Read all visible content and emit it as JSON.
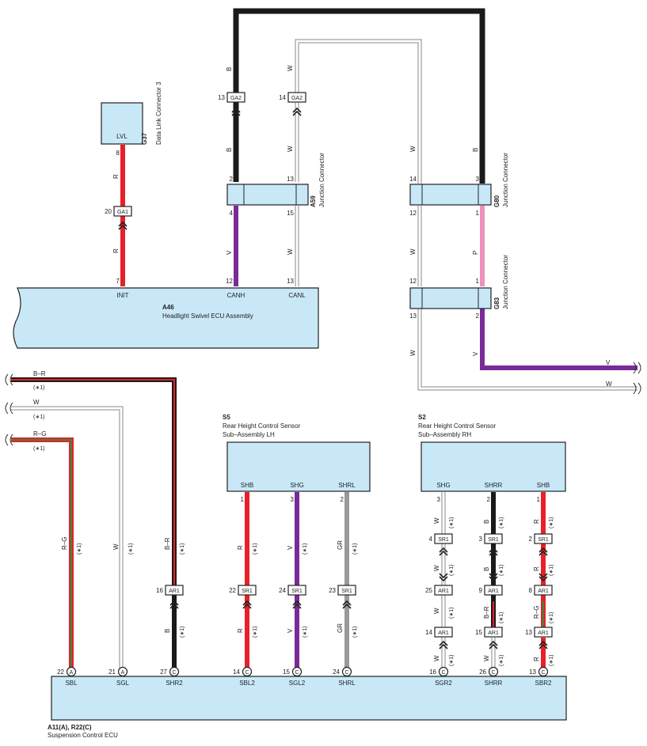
{
  "components": {
    "g37": {
      "id": "G37",
      "name": "Data Link Connector 3",
      "pin_label": "LVL"
    },
    "a59": {
      "id": "A59",
      "name": "Junction Connector"
    },
    "g80": {
      "id": "G80",
      "name": "Junction Connector"
    },
    "g83": {
      "id": "G83",
      "name": "Junction Connector"
    },
    "a46": {
      "id": "A46",
      "name": "Headlight Swivel ECU Assembly",
      "pins": {
        "init": "INIT",
        "canh": "CANH",
        "canl": "CANL"
      }
    },
    "s5": {
      "id": "S5",
      "name_line1": "Rear Height Control Sensor",
      "name_line2": "Sub–Assembly LH",
      "pins": {
        "shb": "SHB",
        "shg": "SHG",
        "shrl": "SHRL"
      }
    },
    "s2": {
      "id": "S2",
      "name_line1": "Rear Height Control Sensor",
      "name_line2": "Sub–Assembly RH",
      "pins": {
        "shg": "SHG",
        "shrr": "SHRR",
        "shb": "SHB"
      }
    },
    "ecu": {
      "id": "A11(A), R22(C)",
      "name": "Suspension Control ECU",
      "pins": {
        "sbl": "SBL",
        "sgl": "SGL",
        "shr2": "SHR2",
        "sbl2": "SBL2",
        "sgl2": "SGL2",
        "shrl": "SHRL",
        "sgr2": "SGR2",
        "shrr": "SHRR",
        "sbr2": "SBR2"
      }
    }
  },
  "connectors": {
    "ga2": "GA2",
    "ga1": "GA1",
    "ar1": "AR1",
    "sr1": "SR1",
    "marker_a": "A",
    "marker_c": "C"
  },
  "wire_colors": {
    "b": "B",
    "w": "W",
    "r": "R",
    "v": "V",
    "p": "P",
    "gr": "GR",
    "br": "B–R",
    "rg": "R–G"
  },
  "note": "(∗1)",
  "pins": {
    "n2": "2",
    "n3": "3",
    "n4": "4",
    "n7": "7",
    "n8": "8",
    "n9": "9",
    "n12": "12",
    "n13": "13",
    "n14": "14",
    "n15": "15",
    "n16": "16",
    "n20": "20",
    "n21": "21",
    "n22": "22",
    "n23": "23",
    "n24": "24",
    "n25": "25",
    "n26": "26",
    "n27": "27",
    "n1": "1"
  },
  "colors": {
    "fill": "#c8e8f8",
    "black": "#1a1a1a",
    "red": "#e8202a",
    "purple": "#7a2a98",
    "pink": "#f090bc",
    "gray": "#999999",
    "white_edge": "#888888",
    "green": "#3a8a3a"
  }
}
